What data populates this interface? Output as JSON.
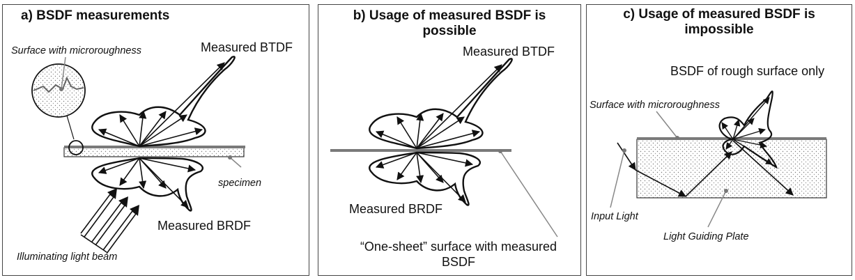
{
  "panels": {
    "a": {
      "title": "a) BSDF measurements",
      "btdf": "Measured BTDF",
      "brdf": "Measured BRDF",
      "micro": "Surface with microroughness",
      "specimen": "specimen",
      "beam": "Illuminating light beam"
    },
    "b": {
      "title_line1": "b) Usage of measured BSDF is",
      "title_line2": "possible",
      "btdf": "Measured BTDF",
      "brdf": "Measured BRDF",
      "sheet_line1": "“One-sheet” surface with measured",
      "sheet_line2": "BSDF"
    },
    "c": {
      "title_line1": "c) Usage of measured BSDF is",
      "title_line2": "impossible",
      "bsdf_rough": "BSDF of rough surface only",
      "micro": "Surface with microroughness",
      "input": "Input Light",
      "plate": "Light Guiding Plate"
    }
  },
  "colors": {
    "outline": "#111111",
    "surface": "#7a7a7a",
    "frame": "#444444"
  }
}
